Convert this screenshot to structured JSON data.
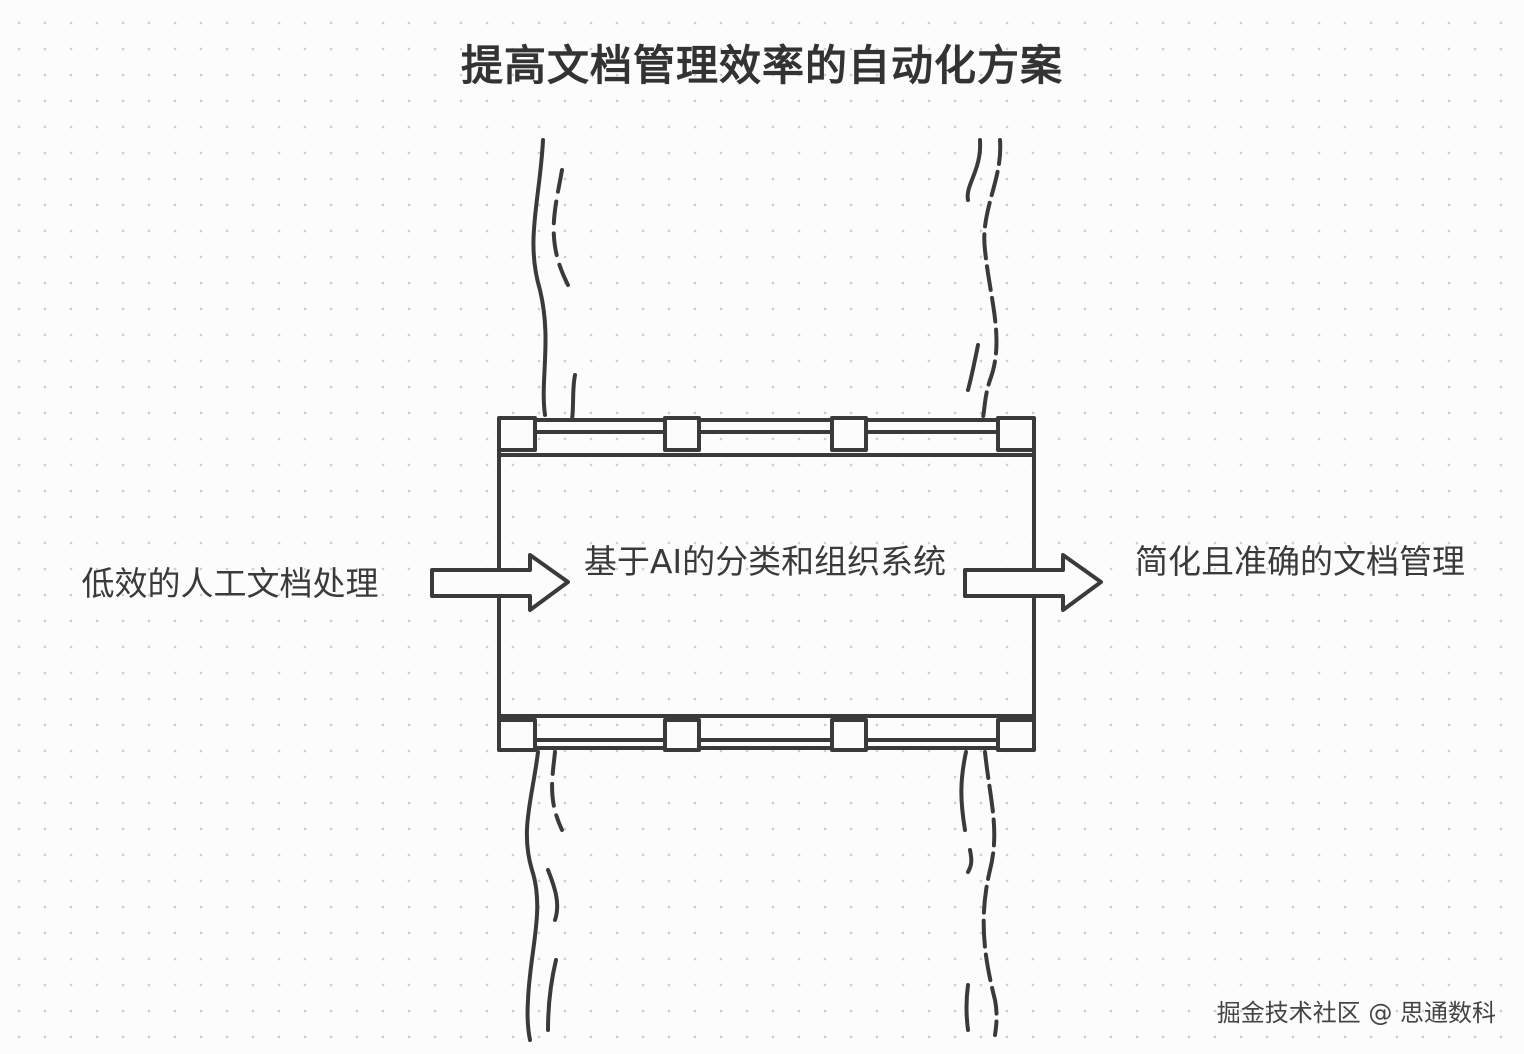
{
  "title": "提高文档管理效率的自动化方案",
  "input": {
    "label": "低效的人工文档处理"
  },
  "process": {
    "label": "基于AI的分类和组织系统"
  },
  "output": {
    "label": "简化且准确的文档管理"
  },
  "watermark": "掘金技术社区 @ 思通数科",
  "colors": {
    "stroke": "#3a3a3a",
    "background": "#fdfcfc",
    "grid_dot": "#d2cccc"
  }
}
